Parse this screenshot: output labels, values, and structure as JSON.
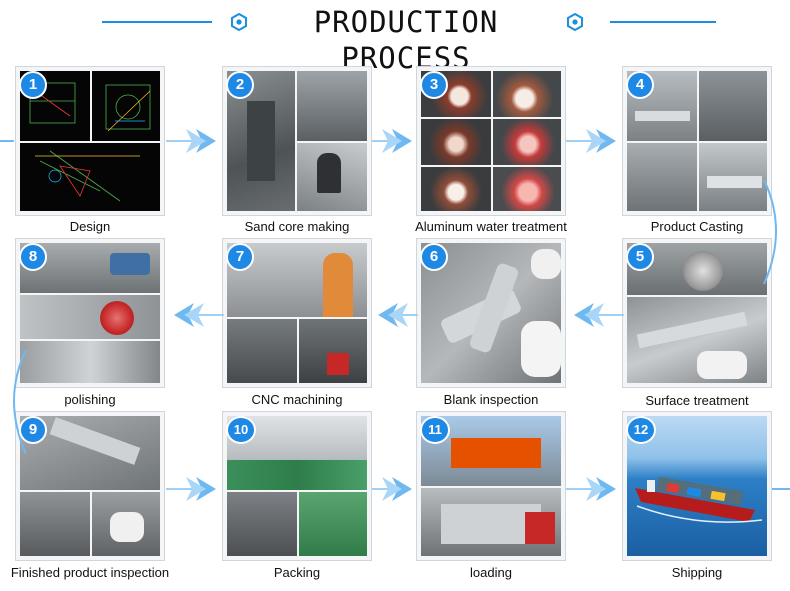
{
  "title": "PRODUCTION PROCESS",
  "colors": {
    "accent": "#1a8fe0",
    "badge": "#1e88e5",
    "arrow": "#6fb8f0"
  },
  "steps": [
    {
      "number": "1",
      "label": "Design"
    },
    {
      "number": "2",
      "label": "Sand core making"
    },
    {
      "number": "3",
      "label": "Aluminum water treatment"
    },
    {
      "number": "4",
      "label": "Product Casting"
    },
    {
      "number": "5",
      "label": "Surface treatment"
    },
    {
      "number": "6",
      "label": "Blank inspection"
    },
    {
      "number": "7",
      "label": "CNC machining"
    },
    {
      "number": "8",
      "label": "polishing"
    },
    {
      "number": "9",
      "label": "Finished product inspection"
    },
    {
      "number": "10",
      "label": "Packing"
    },
    {
      "number": "11",
      "label": "loading"
    },
    {
      "number": "12",
      "label": "Shipping"
    }
  ]
}
